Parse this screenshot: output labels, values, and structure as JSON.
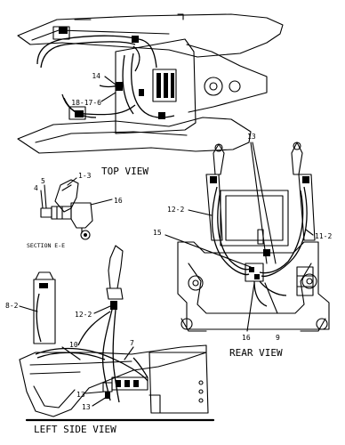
{
  "views": {
    "top": "TOP VIEW",
    "section": "SECTION E-E",
    "rear": "REAR VIEW",
    "left_side": "LEFT SIDE VIEW"
  },
  "callouts": {
    "top_14": "14",
    "top_18_17_6": "18-17-6",
    "sec_1_3": "1-3",
    "sec_5": "5",
    "sec_4": "4",
    "sec_16": "16",
    "rear_13": "13",
    "rear_12_2": "12-2",
    "rear_11_2": "11-2",
    "rear_15": "15",
    "rear_16": "16",
    "rear_9": "9",
    "left_8_2": "8-2",
    "left_12_2": "12-2",
    "left_10": "10",
    "left_7": "7",
    "left_13a": "13",
    "left_13b": "13"
  }
}
